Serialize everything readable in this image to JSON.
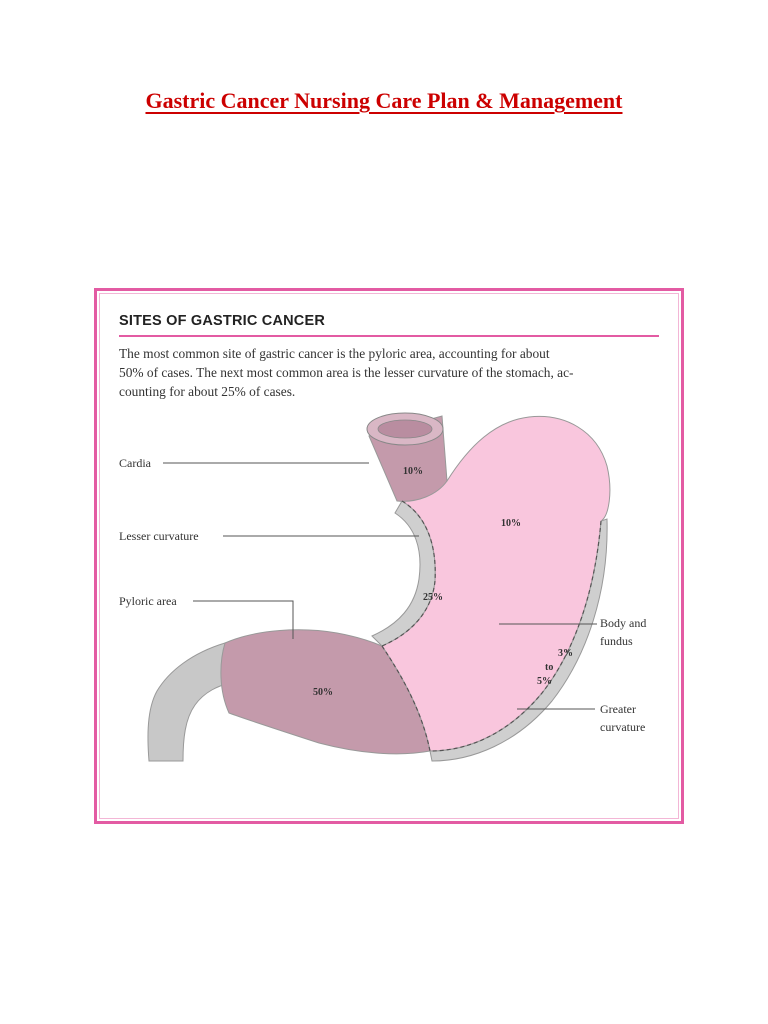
{
  "page": {
    "title": "Gastric Cancer Nursing Care Plan & Management"
  },
  "figure": {
    "title": "SITES OF GASTRIC CANCER",
    "caption_lines": [
      "The most common site of gastric cancer is the pyloric area, accounting for about",
      "50% of cases. The next most common area is the lesser curvature of the stomach, ac-",
      "counting for about 25% of cases."
    ],
    "labels": {
      "cardia": "Cardia",
      "lesser_curvature": "Lesser curvature",
      "pyloric_area": "Pyloric area",
      "body_fundus_line1": "Body and",
      "body_fundus_line2": "fundus",
      "greater_curvature_line1": "Greater",
      "greater_curvature_line2": "curvature"
    },
    "percentages": {
      "cardia": "10%",
      "body_fundus": "10%",
      "lesser_curvature": "25%",
      "pyloric": "50%",
      "greater_curvature_low": "3%",
      "greater_curvature_to": "to",
      "greater_curvature_high": "5%"
    },
    "colors": {
      "frame_border": "#e35ba3",
      "title_text": "#cc0000",
      "body_fundus_fill": "#f9c6dd",
      "pyloric_fill": "#c49aab",
      "cardia_fill": "#c49aab",
      "curvature_fill": "#cfcfcf",
      "duodenum_fill": "#c8c8c8"
    }
  }
}
